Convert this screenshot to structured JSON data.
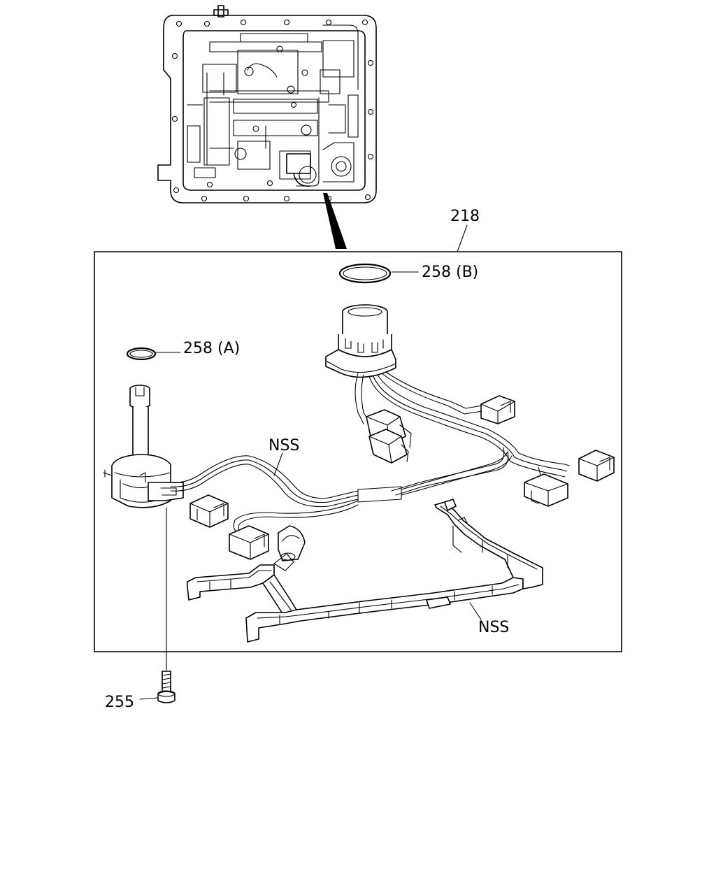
{
  "callouts": {
    "assembly": "218",
    "oring_b": "258 (B)",
    "oring_a": "258 (A)",
    "nss_upper": "NSS",
    "nss_lower": "NSS",
    "bolt": "255"
  },
  "icons": [
    "valve-body-illustration",
    "o-ring-icon",
    "bolt-icon",
    "connector-icon",
    "wire-harness-icon"
  ]
}
